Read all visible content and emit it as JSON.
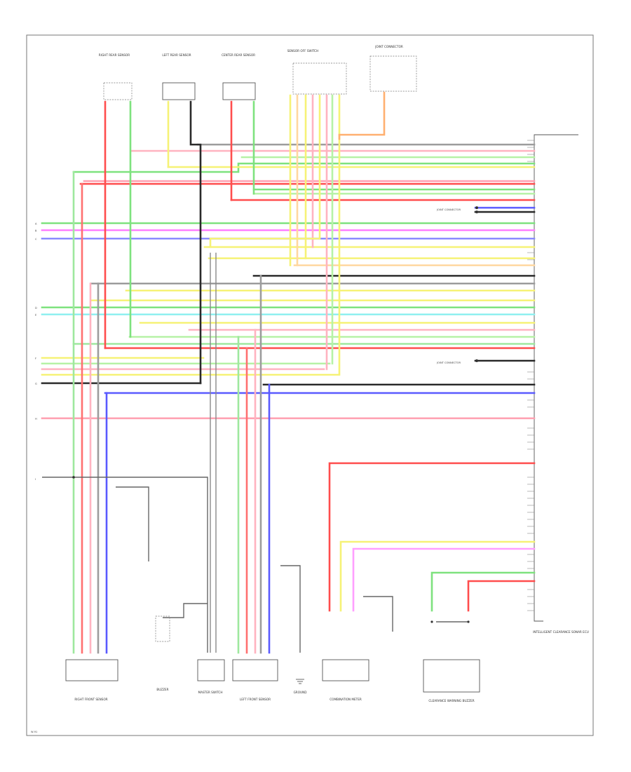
{
  "diagram_title": "",
  "colors": {
    "red": "#ff4d4d",
    "green": "#7ee27e",
    "light_green": "#b6f2a6",
    "blue": "#5a5aff",
    "pink": "#ff9fb0",
    "magenta": "#ff7fff",
    "yellow": "#f6f276",
    "orange": "#ffb070",
    "black": "#2a2a2a",
    "gray": "#9c9c9c",
    "cyan": "#8ff0f0"
  },
  "components": {
    "top_sensor_1": "RIGHT REAR SENSOR",
    "top_sensor_2": "LEFT REAR SENSOR",
    "top_sensor_3": "CENTER REAR SENSOR",
    "top_switch": "SENSOR OFF SWITCH",
    "top_connector": "JOINT CONNECTOR",
    "right_module": "INTELLIGENT CLEARANCE SONAR ECU",
    "bottom_1": "RIGHT FRONT SENSOR",
    "bottom_2": "BUZZER",
    "bottom_3": "MASTER SWITCH",
    "bottom_4": "LEFT FRONT SENSOR",
    "bottom_5": "GROUND",
    "bottom_6": "COMBINATION METER",
    "bottom_7": "CLEARANCE WARNING BUZZER"
  },
  "junctions": {
    "j1": "JOINT CONNECTOR",
    "j2": "JOINT CONNECTOR"
  },
  "left_refs": [
    "A",
    "B",
    "C",
    "D",
    "E",
    "F",
    "G",
    "H",
    "I"
  ],
  "footer_code": "W-91"
}
